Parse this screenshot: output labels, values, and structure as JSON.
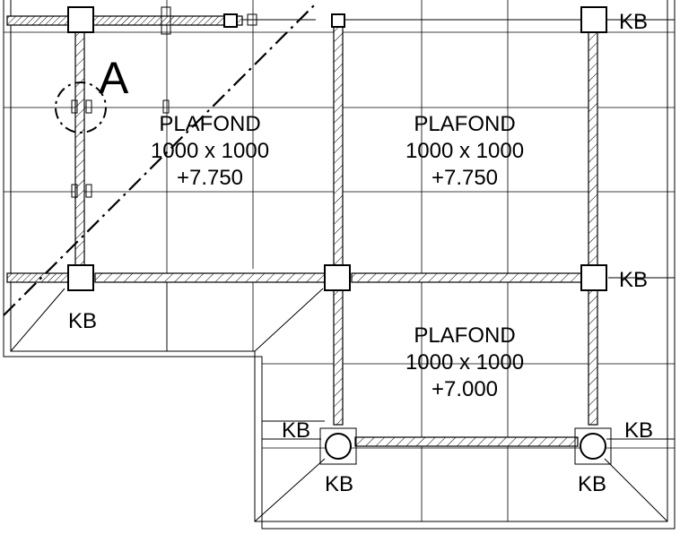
{
  "plan": {
    "detail_marker": "A",
    "panels": [
      {
        "label": "PLAFOND",
        "size": "1000 x 1000",
        "level": "+7.750"
      },
      {
        "label": "PLAFOND",
        "size": "1000 x 1000",
        "level": "+7.750"
      },
      {
        "label": "PLAFOND",
        "size": "1000 x 1000",
        "level": "+7.000"
      }
    ],
    "column_tags": [
      "KB",
      "KB",
      "KB",
      "KB",
      "KB",
      "KB",
      "KB"
    ]
  }
}
